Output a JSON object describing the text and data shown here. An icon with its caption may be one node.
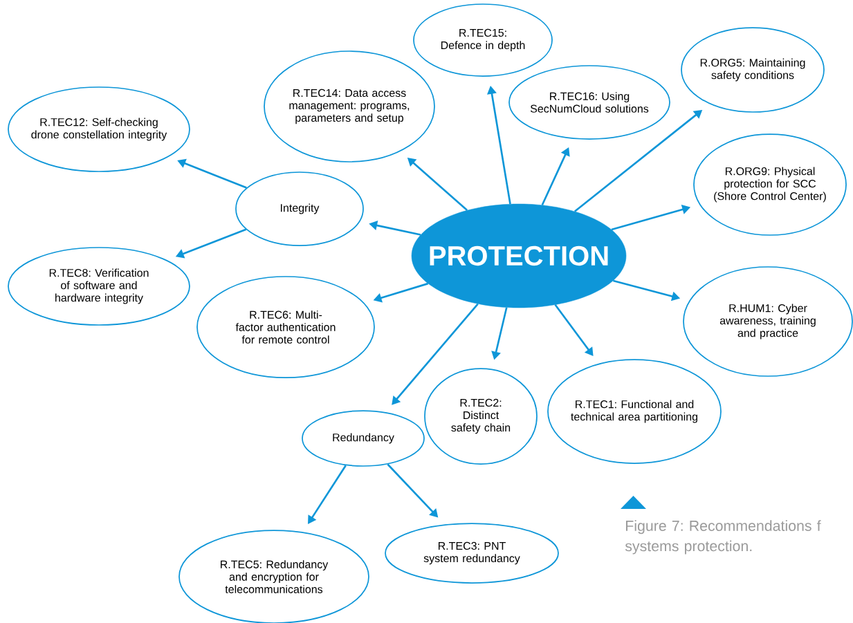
{
  "diagram": {
    "caption": "Figure 7: Recommendations f systems protection.",
    "nodes": [
      {
        "text": [
          "PROTECTION"
        ]
      },
      {
        "text": [
          "R.TEC15: Defence in depth"
        ]
      },
      {
        "text": [
          "R.TEC14: Data access management: programs, parameters and setup"
        ]
      },
      {
        "text": [
          "R.TEC12: Self-checking drone constellation integrity"
        ]
      },
      {
        "text": [
          "Integrity"
        ]
      },
      {
        "text": [
          "R.TEC8: Verification of software and hardware integrity"
        ]
      },
      {
        "text": [
          "R.TEC16: Using SecNumCloud solutions"
        ]
      },
      {
        "text": [
          "R.ORG5: Maintaining safety conditions"
        ]
      },
      {
        "text": [
          "R.ORG9: Physical protection for SCC (Shore Control Center)"
        ]
      },
      {
        "text": [
          "R.HUM1: Cyber awareness, training and practice"
        ]
      },
      {
        "text": [
          "R.TEC6: Multi-factor authentication for remote control"
        ]
      },
      {
        "text": [
          "R.TEC2: Distinct safety chain"
        ]
      },
      {
        "text": [
          "R.TEC1: Functional and technical area partitioning"
        ]
      },
      {
        "text": [
          "Redundancy"
        ]
      },
      {
        "text": [
          "R.TEC5: Redundancy and encryption for telecommunications"
        ]
      },
      {
        "text": [
          "R.TEC3: PNT system redundancy"
        ]
      }
    ],
    "edges": [
      {
        "from": 0,
        "to": 4,
        "arrow": "to"
      },
      {
        "from": 4,
        "to": 3,
        "arrow": "to"
      },
      {
        "from": 4,
        "to": 5,
        "arrow": "to"
      },
      {
        "from": 0,
        "to": 2,
        "arrow": "to"
      },
      {
        "from": 0,
        "to": 1,
        "arrow": "to"
      },
      {
        "from": 0,
        "to": 6,
        "arrow": "to"
      },
      {
        "from": 0,
        "to": 7,
        "arrow": "to"
      },
      {
        "from": 0,
        "to": 8,
        "arrow": "to"
      },
      {
        "from": 0,
        "to": 9,
        "arrow": "to"
      },
      {
        "from": 0,
        "to": 12,
        "arrow": "to"
      },
      {
        "from": 0,
        "to": 11,
        "arrow": "to"
      },
      {
        "from": 0,
        "to": 13,
        "arrow": "to"
      },
      {
        "from": 0,
        "to": 10,
        "arrow": "to"
      },
      {
        "from": 13,
        "to": 14,
        "arrow": "to"
      },
      {
        "from": 13,
        "to": 15,
        "arrow": "to"
      }
    ]
  }
}
